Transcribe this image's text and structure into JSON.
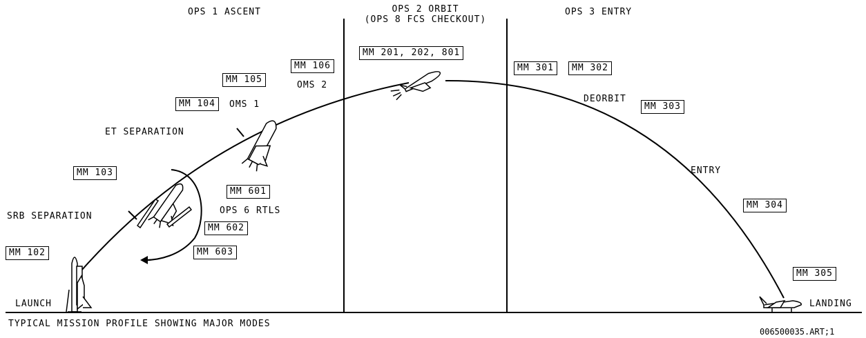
{
  "phases": {
    "ascent": "OPS 1 ASCENT",
    "orbit_line1": "OPS 2 ORBIT",
    "orbit_line2": "(OPS 8 FCS CHECKOUT)",
    "entry": "OPS 3 ENTRY"
  },
  "events": {
    "launch": "LAUNCH",
    "landing": "LANDING",
    "srb_separation": "SRB SEPARATION",
    "et_separation": "ET SEPARATION",
    "oms1": "OMS 1",
    "oms2": "OMS 2",
    "deorbit": "DEORBIT",
    "entry": "ENTRY",
    "rtls": "OPS 6 RTLS"
  },
  "major_modes": {
    "mm102": "MM 102",
    "mm103": "MM 103",
    "mm104": "MM 104",
    "mm105": "MM 105",
    "mm106": "MM 106",
    "mm201": "MM 201, 202, 801",
    "mm301": "MM 301",
    "mm302": "MM 302",
    "mm303": "MM 303",
    "mm304": "MM 304",
    "mm305": "MM 305",
    "mm601": "MM 601",
    "mm602": "MM 602",
    "mm603": "MM 603"
  },
  "caption": "TYPICAL MISSION PROFILE SHOWING MAJOR MODES",
  "art_id": "006500035.ART;1",
  "colors": {
    "ink": "#000000",
    "paper": "#ffffff"
  },
  "icons": [
    "shuttle-stack-launch-icon",
    "shuttle-ascent-icon",
    "shuttle-rtls-icon",
    "srb-icon",
    "shuttle-orbit-icon",
    "shuttle-landing-icon"
  ]
}
